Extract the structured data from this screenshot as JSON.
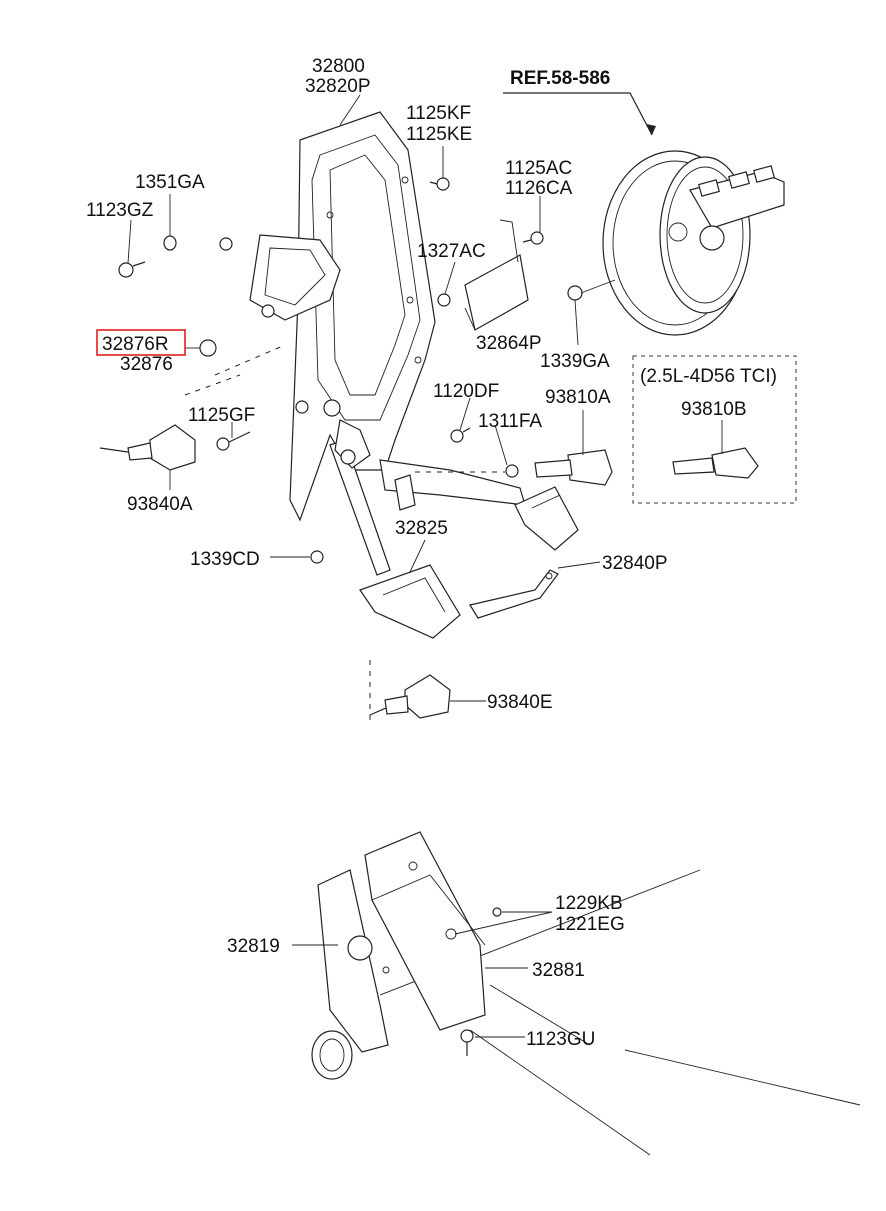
{
  "diagram": {
    "reference_label": "REF.58-586",
    "option_box_title": "(2.5L-4D56 TCI)",
    "highlight_color": "#e02020",
    "labels": {
      "p32800": "32800",
      "p32820P": "32820P",
      "p1125KF": "1125KF",
      "p1125KE": "1125KE",
      "p1125AC": "1125AC",
      "p1126CA": "1126CA",
      "p1351GA": "1351GA",
      "p1123GZ": "1123GZ",
      "p1327AC": "1327AC",
      "p32876R": "32876R",
      "p32876": "32876",
      "p32864P": "32864P",
      "p1339GA": "1339GA",
      "p93810B": "93810B",
      "p1120DF": "1120DF",
      "p93810A": "93810A",
      "p1125GF": "1125GF",
      "p1311FA": "1311FA",
      "p93840A": "93840A",
      "p32825": "32825",
      "p1339CD": "1339CD",
      "p32840P": "32840P",
      "p93840E": "93840E",
      "p1229KB": "1229KB",
      "p1221EG": "1221EG",
      "p32819": "32819",
      "p32881": "32881",
      "p1123GU": "1123GU"
    }
  }
}
